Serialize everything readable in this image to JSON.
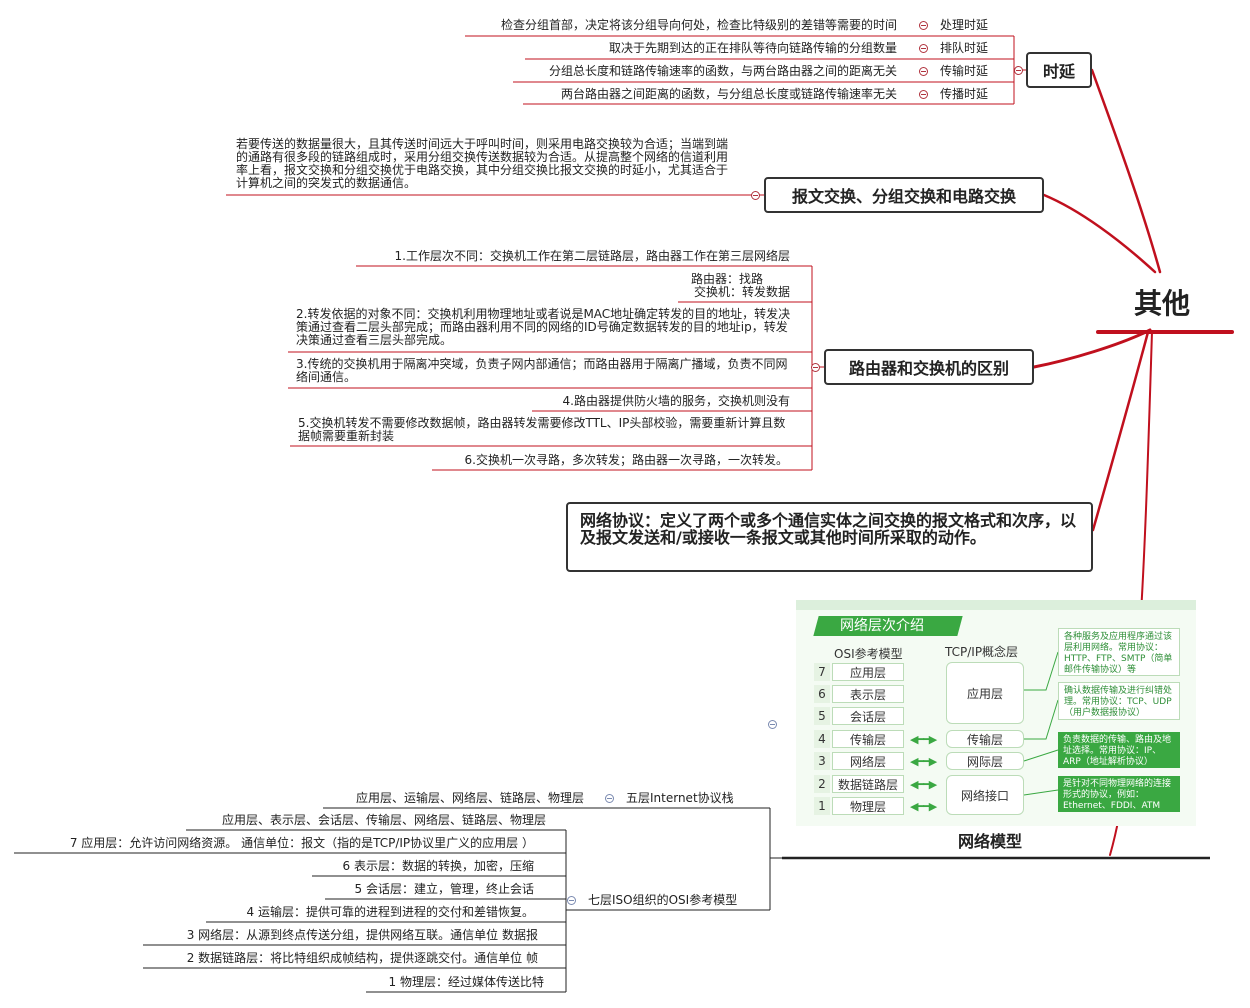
{
  "center": {
    "title": "其他"
  },
  "delay": {
    "label": "时延",
    "items": [
      {
        "name": "处理时延",
        "desc": "检查分组首部，决定将该分组导向何处，检查比特级别的差错等需要的时间"
      },
      {
        "name": "排队时延",
        "desc": "取决于先期到达的正在排队等待向链路传输的分组数量"
      },
      {
        "name": "传输时延",
        "desc": "分组总长度和链路传输速率的函数，与两台路由器之间的距离无关"
      },
      {
        "name": "传播时延",
        "desc": "两台路由器之间距离的函数，与分组总长度或链路传输速率无关"
      }
    ]
  },
  "switching": {
    "label": "报文交换、分组交换和电路交换",
    "note": "若要传送的数据量很大，且其传送时间远大于呼叫时间，则采用电路交换较为合适；当端到端的通路有很多段的链路组成时，采用分组交换传送数据较为合适。从提高整个网络的信道利用率上看，报文交换和分组交换优于电路交换，其中分组交换比报文交换的时延小，尤其适合于计算机之间的突发式的数据通信。"
  },
  "router_switch": {
    "label": "路由器和交换机的区别",
    "items": [
      "1.工作层次不同：交换机工作在第二层链路层，路由器工作在第三层网络层",
      "路由器：找路",
      "交换机：转发数据",
      "2.转发依据的对象不同：交换机利用物理地址或者说是MAC地址确定转发的目的地址，转发决策通过查看二层头部完成；而路由器利用不同的网络的ID号确定数据转发的目的地址ip，转发决策通过查看三层头部完成。",
      "3.传统的交换机用于隔离冲突域，负责子网内部通信；而路由器用于隔离广播域，负责不同网络间通信。",
      "4.路由器提供防火墙的服务，交换机则没有",
      "5.交换机转发不需要修改数据帧，路由器转发需要修改TTL、IP头部校验，需要重新计算且数据帧需要重新封装",
      "6.交换机一次寻路，多次转发；路由器一次寻路，一次转发。"
    ]
  },
  "protocol": {
    "text": "网络协议：定义了两个或多个通信实体之间交换的报文格式和次序，以及报文发送和/或接收一条报文或其他时间所采取的动作。"
  },
  "network_model": {
    "caption": "网络模型",
    "image": {
      "banner": "网络层次介绍",
      "osi_header": "OSI参考模型",
      "tcpip_header": "TCP/IP概念层",
      "osi_layers": [
        {
          "num": "7",
          "name": "应用层"
        },
        {
          "num": "6",
          "name": "表示层"
        },
        {
          "num": "5",
          "name": "会话层"
        },
        {
          "num": "4",
          "name": "传输层"
        },
        {
          "num": "3",
          "name": "网络层"
        },
        {
          "num": "2",
          "name": "数据链路层"
        },
        {
          "num": "1",
          "name": "物理层"
        }
      ],
      "tcpip_layers": [
        "应用层",
        "传输层",
        "网际层",
        "网络接口"
      ],
      "notes": [
        "各种服务及应用程序通过该层利用网络。常用协议：HTTP、FTP、SMTP（简单邮件传输协议）等",
        "确认数据传输及进行纠错处理。常用协议：TCP、UDP（用户数据报协议）",
        "负责数据的传输、路由及地址选择。常用协议：IP、ARP（地址解析协议）",
        "是针对不同物理网络的连接形式的协议，例如：Ethernet、FDDI、ATM"
      ]
    },
    "five_layer": {
      "label": "五层Internet协议栈",
      "text": "应用层、运输层、网络层、链路层、物理层"
    },
    "seven_layer": {
      "label": "七层ISO组织的OSI参考模型",
      "summary": "应用层、表示层、会话层、传输层、网络层、链路层、物理层",
      "items": [
        "7 应用层：允许访问网络资源。 通信单位：报文（指的是TCP/IP协议里广义的应用层 ）",
        "6 表示层：数据的转换，加密，压缩",
        "5 会话层：建立，管理，终止会话",
        "4 运输层：提供可靠的进程到进程的交付和差错恢复。",
        "3 网络层：从源到终点传送分组，提供网络互联。通信单位 数据报",
        "2 数据链路层：将比特组织成帧结构，提供逐跳交付。通信单位 帧",
        "1 物理层：经过媒体传送比特"
      ]
    }
  },
  "colors": {
    "branch": "#c0101e",
    "frame": "#333333",
    "green": "#3aa842"
  }
}
